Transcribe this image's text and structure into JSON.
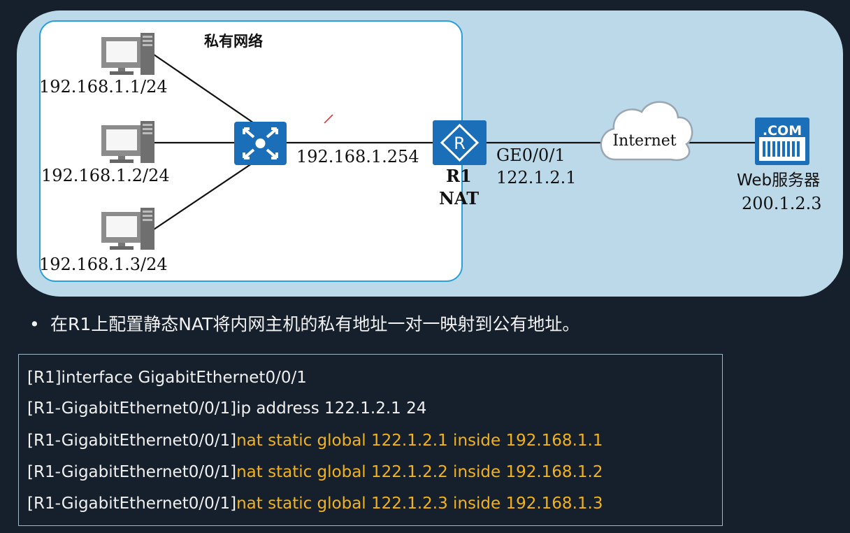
{
  "private_network_label": "私有网络",
  "hosts": [
    {
      "ip": "192.168.1.1/24"
    },
    {
      "ip": "192.168.1.2/24"
    },
    {
      "ip": "192.168.1.3/24"
    }
  ],
  "switch_ip": "192.168.1.254",
  "router": {
    "name": "R1",
    "role": "NAT",
    "interface": "GE0/0/1",
    "ip": "122.1.2.1"
  },
  "cloud_label": "Internet",
  "server": {
    "badge": ".COM",
    "label": "Web服务器",
    "ip": "200.1.2.3"
  },
  "bullet": "在R1上配置静态NAT将内网主机的私有地址一对一映射到公有地址。",
  "commands": [
    {
      "prompt": "[R1]interface GigabitEthernet0/0/1",
      "cmd": ""
    },
    {
      "prompt": "[R1-GigabitEthernet0/0/1]ip address 122.1.2.1 24",
      "cmd": ""
    },
    {
      "prompt": "[R1-GigabitEthernet0/0/1]",
      "cmd": "nat static global 122.1.2.1 inside 192.168.1.1"
    },
    {
      "prompt": "[R1-GigabitEthernet0/0/1]",
      "cmd": "nat static global 122.1.2.2 inside 192.168.1.2"
    },
    {
      "prompt": "[R1-GigabitEthernet0/0/1]",
      "cmd": "nat static global 122.1.2.3 inside 192.168.1.3"
    }
  ],
  "colors": {
    "page_bg": "#16202c",
    "outer_panel": "#bcd9e9",
    "inner_panel": "#ffffff",
    "device_blue": "#1a6fb8",
    "highlight": "#f2b21a"
  }
}
